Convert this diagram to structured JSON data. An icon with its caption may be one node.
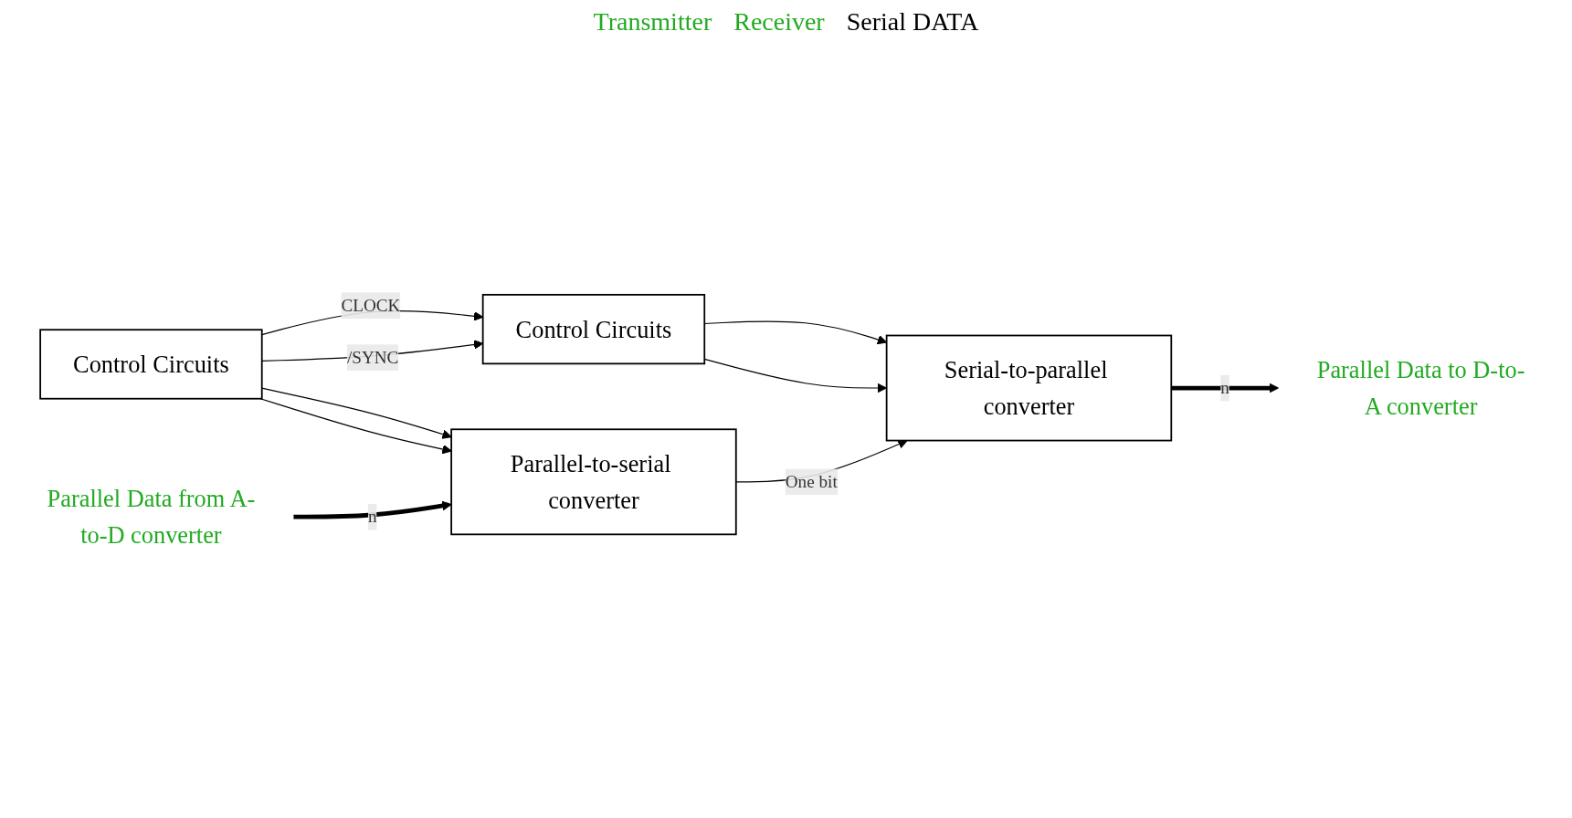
{
  "diagram": {
    "nodes": [
      {
        "text": [
          "Control Circuits"
        ]
      },
      {
        "text": [
          "Control Circuits"
        ]
      },
      {
        "text": [
          "Parallel-to-serial converter"
        ]
      },
      {
        "text": [
          "Serial-to-parallel converter"
        ]
      },
      {
        "text": [
          "Parallel Data from A-to-D converter"
        ]
      },
      {
        "text": [
          "Parallel Data to D-to-A converter"
        ]
      }
    ],
    "edges": [
      {
        "from": 0,
        "to": 1,
        "arrow": "to",
        "label": "CLOCK"
      },
      {
        "from": 0,
        "to": 1,
        "arrow": "to",
        "label": "/SYNC"
      },
      {
        "from": 0,
        "to": 2,
        "arrow": "to"
      },
      {
        "from": 0,
        "to": 2,
        "arrow": "to"
      },
      {
        "from": 1,
        "to": 3,
        "arrow": "to"
      },
      {
        "from": 1,
        "to": 3,
        "arrow": "to"
      },
      {
        "from": 2,
        "to": 3,
        "arrow": "to",
        "label": "One bit"
      },
      {
        "from": 4,
        "to": 2,
        "arrow": "to",
        "style": "thick",
        "label": "n"
      },
      {
        "from": 3,
        "to": 5,
        "arrow": "to",
        "style": "thick",
        "label": "n"
      }
    ],
    "labels": [
      "Transmitter",
      "Receiver",
      "Serial DATA"
    ]
  }
}
